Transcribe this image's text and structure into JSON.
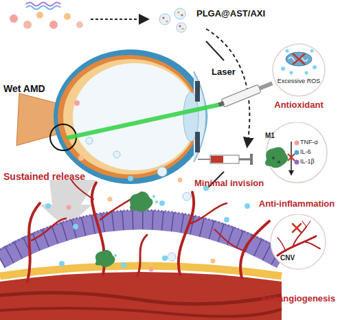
{
  "diagram": {
    "nodes": [
      {
        "text": [
          "Excessive ROS",
          "Antioxidant"
        ]
      },
      {
        "text": [
          "M1",
          "TNF-α",
          "IL-6",
          "IL-1β",
          "Anti-inflammation"
        ]
      },
      {
        "text": [
          "CNV",
          "Antiangiogenesis"
        ]
      }
    ],
    "labels": [
      "PLGA@AST/AXI",
      "Wet AMD",
      "Laser",
      "Sustained release",
      "Minimal invision"
    ]
  }
}
